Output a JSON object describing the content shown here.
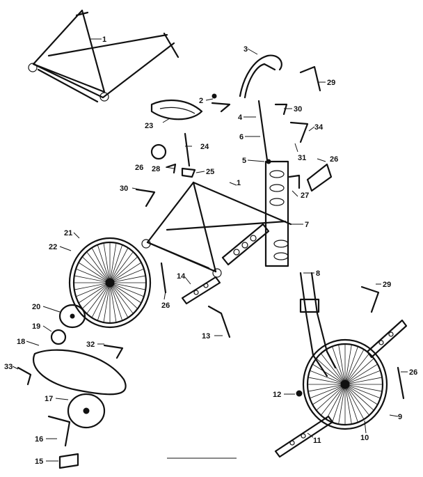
{
  "labels": {
    "l1a": "1",
    "l1b": "1",
    "l2": "2",
    "l3": "3",
    "l4": "4",
    "l5": "5",
    "l6": "6",
    "l7": "7",
    "l8": "8",
    "l9": "9",
    "l10": "10",
    "l11": "11",
    "l12": "12",
    "l13": "13",
    "l14": "14",
    "l15": "15",
    "l16": "16",
    "l17": "17",
    "l18": "18",
    "l19": "19",
    "l20": "20",
    "l21": "21",
    "l22": "22",
    "l23": "23",
    "l24": "24",
    "l25": "25",
    "l26a": "26",
    "l26b": "26",
    "l26c": "26",
    "l27": "27",
    "l28": "28",
    "l29a": "29",
    "l29b": "29",
    "l30a": "30",
    "l30b": "30",
    "l31": "31",
    "l32": "32",
    "l33": "33",
    "l34": "34"
  }
}
